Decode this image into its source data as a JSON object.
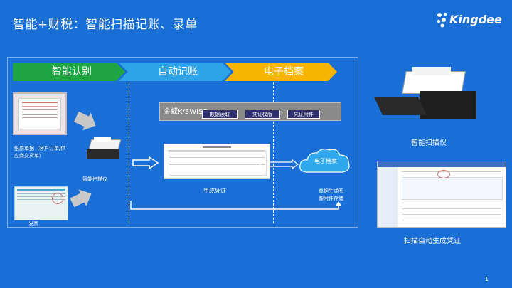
{
  "header": {
    "title": "智能+财税：智能扫描记账、录单",
    "brand": "Kingdee"
  },
  "flow": {
    "stages": [
      "智能认别",
      "自动记账",
      "电子档案"
    ],
    "paper_docs_label": "纸质单据（客户订单/供应商交货单）",
    "invoice_label": "发票",
    "scanner_label": "智能扫描仪",
    "system_name": "金蝶K/3WISE",
    "system_buttons": [
      "数据读取",
      "凭证模版",
      "凭证附件"
    ],
    "voucher_label": "生成凭证",
    "archive_label": "电子档案",
    "archive_note": "单据生成图像附件存储"
  },
  "right_panel": {
    "scanner_caption": "智能扫描仪",
    "voucher_caption": "扫描自动生成凭证"
  },
  "footer": {
    "page_number": "1"
  }
}
